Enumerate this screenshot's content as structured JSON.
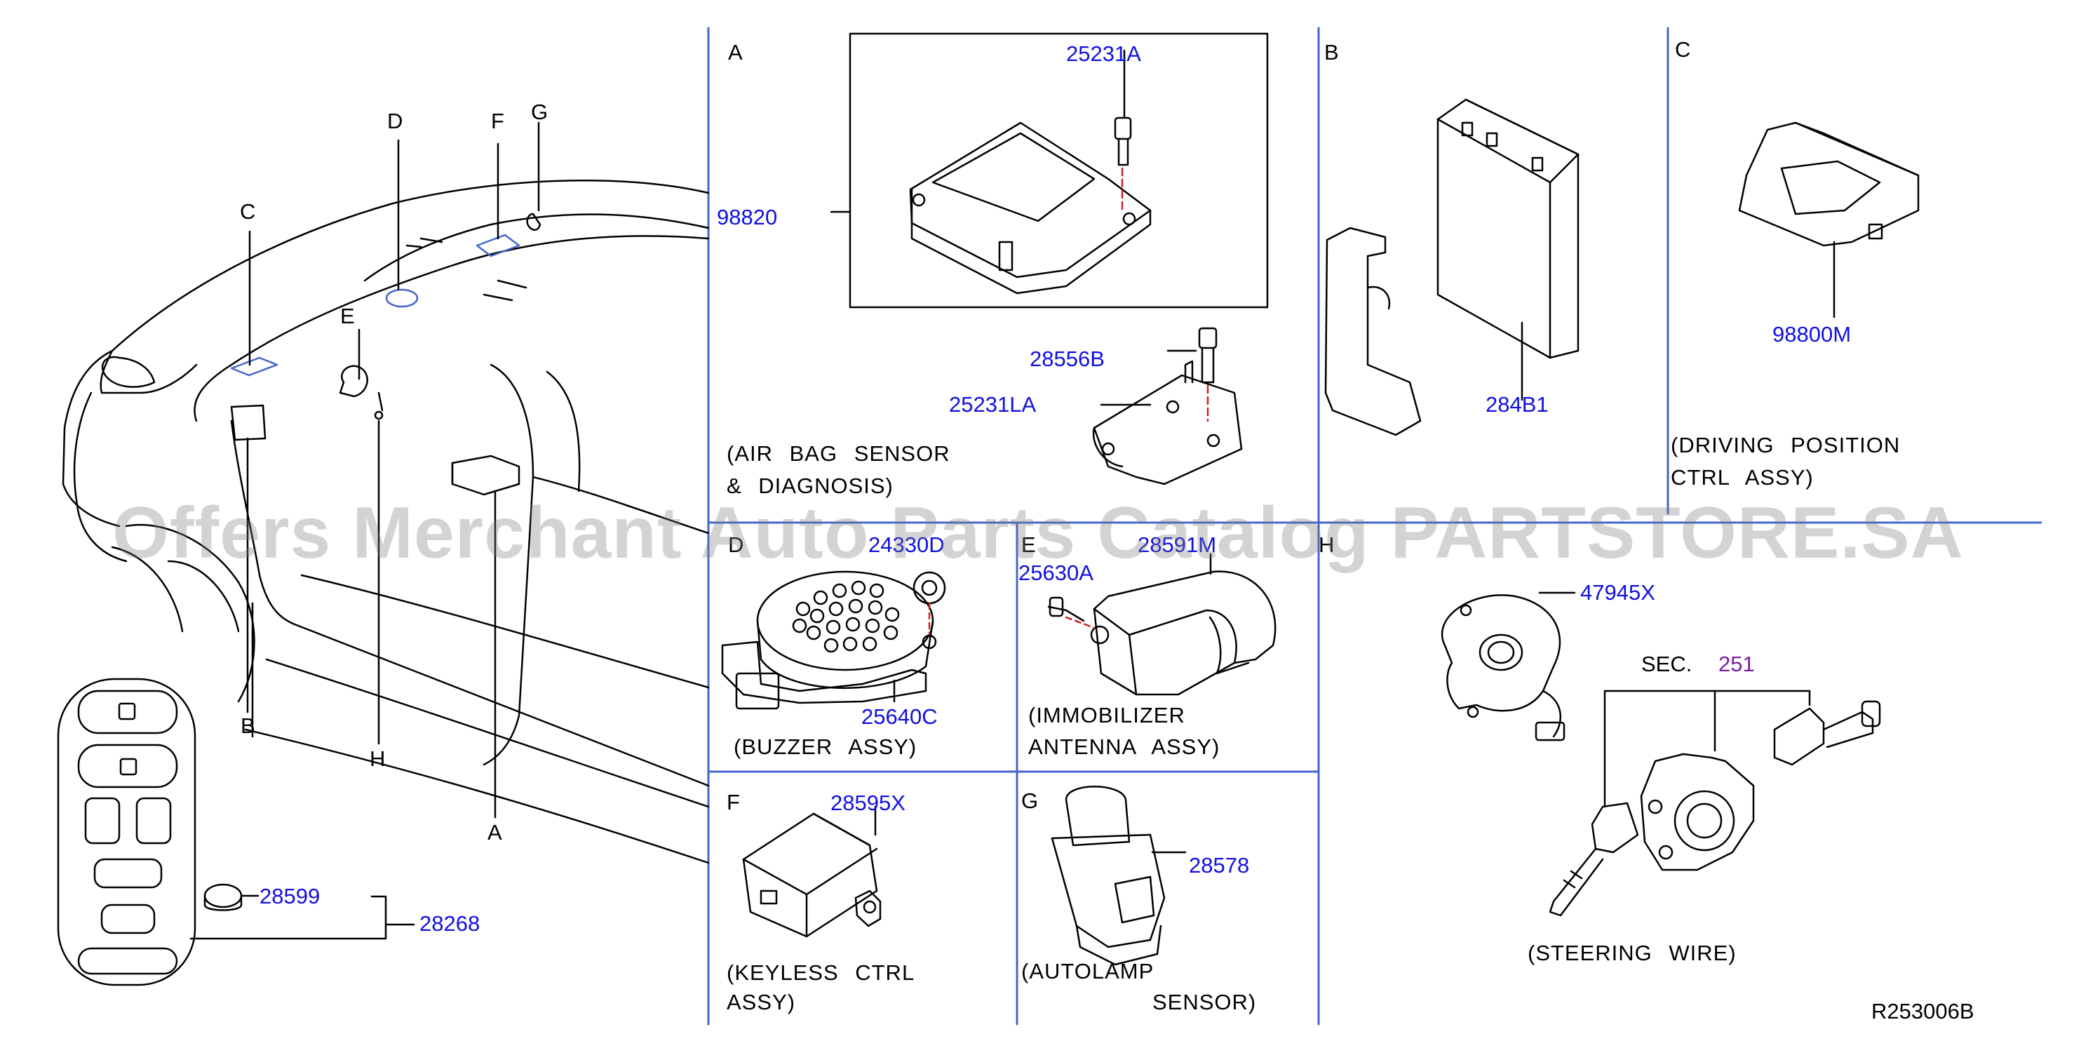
{
  "watermark": "Offers Merchant Auto Parts Catalog PARTSTORE.SA",
  "diagram_code": "R253006B",
  "vehicle_view": {
    "location_letters": [
      "C",
      "D",
      "E",
      "F",
      "G",
      "B",
      "H",
      "A"
    ]
  },
  "remote_key": {
    "battery_part": "28599",
    "key_part": "28268"
  },
  "panels": {
    "A": {
      "letter": "A",
      "parts": [
        "25231A",
        "98820",
        "28556B",
        "25231LA"
      ],
      "caption_line1": "(AIR BAG SENSOR",
      "caption_line2": "& DIAGNOSIS)"
    },
    "B": {
      "letter": "B",
      "parts": [
        "284B1"
      ]
    },
    "C": {
      "letter": "C",
      "parts": [
        "98800M"
      ],
      "caption_line1": "(DRIVING POSITION",
      "caption_line2": "CTRL ASSY)"
    },
    "D": {
      "letter": "D",
      "parts": [
        "24330D",
        "25640C"
      ],
      "caption": "(BUZZER ASSY)"
    },
    "E": {
      "letter": "E",
      "parts": [
        "25630A",
        "28591M"
      ],
      "caption_line1": "(IMMOBILIZER",
      "caption_line2": "ANTENNA ASSY)"
    },
    "F": {
      "letter": "F",
      "parts": [
        "28595X"
      ],
      "caption_line1": "(KEYLESS CTRL",
      "caption_line2": "ASSY)"
    },
    "G": {
      "letter": "G",
      "parts": [
        "28578"
      ],
      "caption_line1": "(AUTOLAMP",
      "caption_line2": "SENSOR)"
    },
    "H": {
      "letter": "H",
      "parts": [
        "47945X"
      ],
      "sec_label": "SEC.",
      "sec_number": "251",
      "caption": "(STEERING WIRE)"
    }
  }
}
